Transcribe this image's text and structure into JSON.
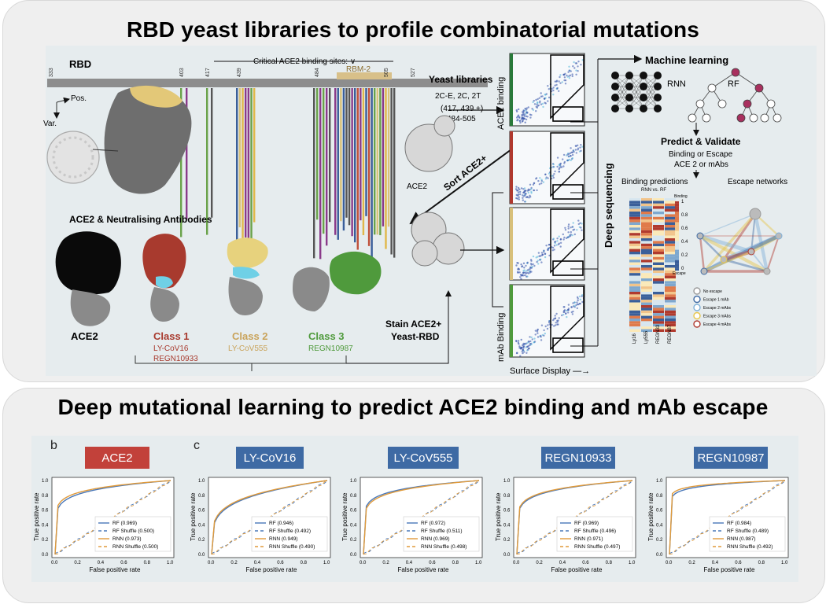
{
  "top_section": {
    "title": "RBD yeast libraries to profile combinatorial mutations",
    "rbd_label": "RBD",
    "critical_sites_label": "Critical ACE2 binding sites: ∨",
    "rbm2_label": "RBM-2",
    "position_ticks": [
      "333",
      "403",
      "417",
      "439",
      "484",
      "505",
      "527"
    ],
    "pos_label": "Pos.",
    "var_label": "Var.",
    "yeast_libraries_label": "Yeast libraries",
    "library_lines": [
      "2C-E, 2C, 2T",
      "(417, 439 +)",
      "484-505"
    ],
    "ace2_small_label": "ACE2",
    "sort_label": "Sort ACE2+",
    "stain_label_lines": [
      "Stain ACE2+",
      "Yeast-RBD"
    ],
    "ace2_binding_axis": "ACE2 binding",
    "mab_binding_axis": "mAb Binding",
    "surface_display_axis": "Surface Display —→",
    "deep_sequencing_label": "Deep sequencing",
    "ml_label": "Machine learning",
    "rnn_label": "RNN",
    "rf_label": "RF",
    "predict_validate_label": "Predict & Validate",
    "binding_or_escape_label": "Binding or Escape",
    "ace2_or_mabs_label": "ACE 2 or mAbs",
    "binding_predictions_label": "Binding predictions",
    "rnn_vs_rf_label": "RNN vs. RF",
    "escape_networks_label": "Escape networks",
    "colorbar": {
      "title": "Binding",
      "ticks": [
        "1",
        "0.8",
        "0.6",
        "0.4",
        "0.2",
        "0"
      ],
      "bottom": "Escape"
    },
    "heatmap_columns": [
      "Ly16",
      "Ly555",
      "REGN33",
      "REGN87"
    ],
    "escape_legend": [
      "No escape",
      "Escape 1 mAb",
      "Escape 2 mAbs",
      "Escape 3 mAbs",
      "Escape 4 mAbs"
    ],
    "escape_colors": [
      "#9a9a9a",
      "#3e6aa4",
      "#7fb0d8",
      "#e8c64a",
      "#b0392f"
    ],
    "neutralising_heading": "ACE2 & Neutralising Antibodies",
    "structures": [
      {
        "name": "ACE2",
        "sub": "",
        "color": "#000000"
      },
      {
        "name": "Class 1",
        "sub": "LY-CoV16",
        "sub2": "REGN10933",
        "color": "#a83a2e"
      },
      {
        "name": "Class 2",
        "sub": "LY-CoV555",
        "sub2": "",
        "color": "#c9a35a"
      },
      {
        "name": "Class 3",
        "sub": "REGN10987",
        "sub2": "",
        "color": "#4f9a3c"
      }
    ]
  },
  "bottom_section": {
    "title": "Deep mutational learning to predict ACE2 binding and mAb escape",
    "panel_b": "b",
    "panel_c": "c",
    "x_axis_label": "False positive rate",
    "y_axis_label": "True positive rate",
    "tick_labels": [
      "0.0",
      "0.2",
      "0.4",
      "0.6",
      "0.8",
      "1.0"
    ]
  },
  "chart_data": [
    {
      "type": "line",
      "title": "ACE2",
      "xlabel": "False positive rate",
      "ylabel": "True positive rate",
      "xlim": [
        0,
        1
      ],
      "ylim": [
        0,
        1
      ],
      "series": [
        {
          "name": "RF (0.969)",
          "auc": 0.969
        },
        {
          "name": "RF Shuffle (0.500)",
          "auc": 0.5
        },
        {
          "name": "RNN (0.973)",
          "auc": 0.973
        },
        {
          "name": "RNN Shuffle (0.500)",
          "auc": 0.5
        }
      ]
    },
    {
      "type": "line",
      "title": "LY-CoV16",
      "xlabel": "False positive rate",
      "ylabel": "True positive rate",
      "xlim": [
        0,
        1
      ],
      "ylim": [
        0,
        1
      ],
      "series": [
        {
          "name": "RF (0.946)",
          "auc": 0.946
        },
        {
          "name": "RF Shuffle (0.492)",
          "auc": 0.492
        },
        {
          "name": "RNN (0.949)",
          "auc": 0.949
        },
        {
          "name": "RNN Shuffle (0.490)",
          "auc": 0.49
        }
      ]
    },
    {
      "type": "line",
      "title": "LY-CoV555",
      "xlabel": "False positive rate",
      "ylabel": "True positive rate",
      "xlim": [
        0,
        1
      ],
      "ylim": [
        0,
        1
      ],
      "series": [
        {
          "name": "RF (0.972)",
          "auc": 0.972
        },
        {
          "name": "RF Shuffle (0.511)",
          "auc": 0.511
        },
        {
          "name": "RNN (0.969)",
          "auc": 0.969
        },
        {
          "name": "RNN Shuffle (0.498)",
          "auc": 0.498
        }
      ]
    },
    {
      "type": "line",
      "title": "REGN10933",
      "xlabel": "False positive rate",
      "ylabel": "True positive rate",
      "xlim": [
        0,
        1
      ],
      "ylim": [
        0,
        1
      ],
      "series": [
        {
          "name": "RF (0.969)",
          "auc": 0.969
        },
        {
          "name": "RF Shuffle (0.496)",
          "auc": 0.496
        },
        {
          "name": "RNN (0.971)",
          "auc": 0.971
        },
        {
          "name": "RNN Shuffle (0.497)",
          "auc": 0.497
        }
      ]
    },
    {
      "type": "line",
      "title": "REGN10987",
      "xlabel": "False positive rate",
      "ylabel": "True positive rate",
      "xlim": [
        0,
        1
      ],
      "ylim": [
        0,
        1
      ],
      "series": [
        {
          "name": "RF (0.984)",
          "auc": 0.984
        },
        {
          "name": "RF Shuffle (0.489)",
          "auc": 0.489
        },
        {
          "name": "RNN (0.987)",
          "auc": 0.987
        },
        {
          "name": "RNN Shuffle (0.492)",
          "auc": 0.492
        }
      ]
    }
  ]
}
